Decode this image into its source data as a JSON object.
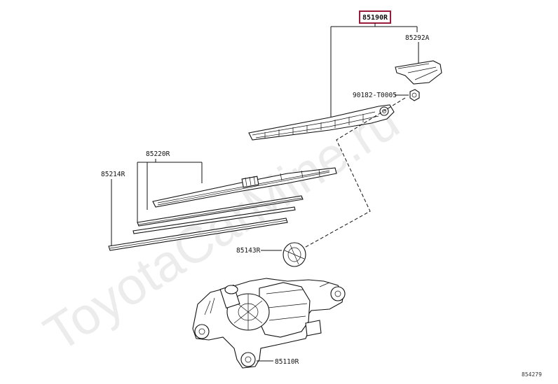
{
  "watermark": "ToyotaCarMine.ru",
  "highlight_color": "#9b1b3a",
  "parts": {
    "assembly": "85190R",
    "cap": "85292A",
    "nut": "90182-T0005",
    "blade": "85220R",
    "rubber": "85214R",
    "pivot_cap": "85143R",
    "motor": "85110R"
  },
  "diagram_ref": "854279"
}
